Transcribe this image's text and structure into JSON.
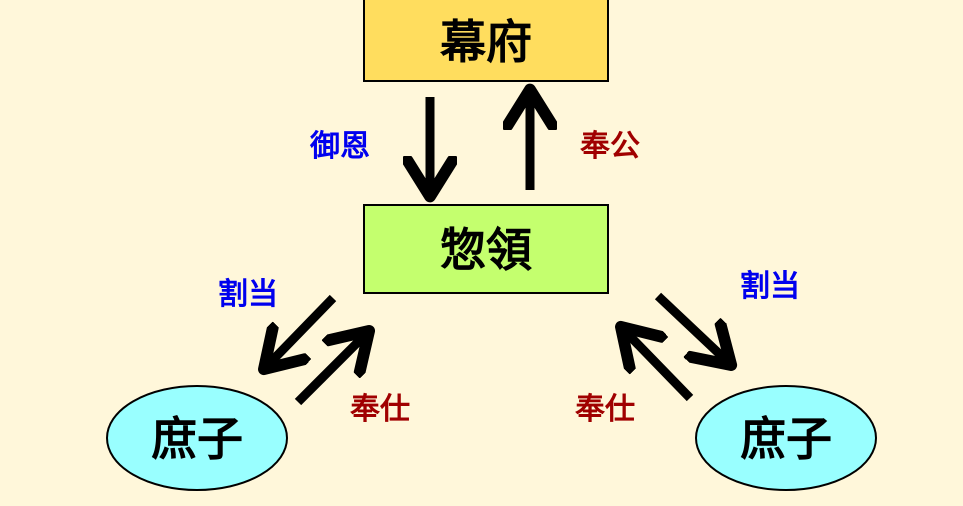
{
  "nodes": {
    "shogunate": "幕府",
    "soryo": "惣領",
    "shoshi_left": "庶子",
    "shoshi_right": "庶子"
  },
  "labels": {
    "goon": "御恩",
    "hoko": "奉公",
    "wariate_left": "割当",
    "hoshi_left": "奉仕",
    "wariate_right": "割当",
    "hoshi_right": "奉仕"
  },
  "colors": {
    "background": "#FFF7DA",
    "shogunate_fill": "#FFDD5E",
    "soryo_fill": "#C4FF6E",
    "shoshi_fill": "#99FFFF",
    "blue_label": "#0000EE",
    "red_label": "#A00000"
  }
}
